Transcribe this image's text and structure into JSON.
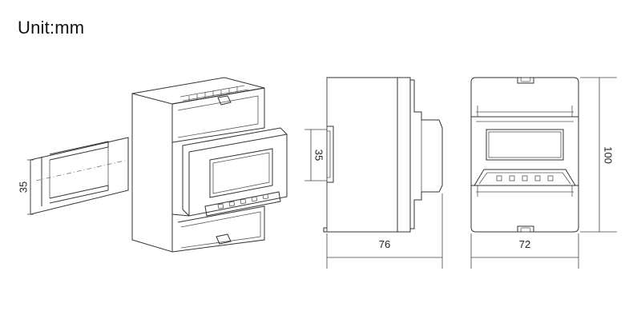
{
  "header": {
    "unit_label": "Unit:mm"
  },
  "dimensions": {
    "rail_height": "35",
    "side_rail_height": "35",
    "depth": "76",
    "width": "72",
    "height": "100"
  }
}
